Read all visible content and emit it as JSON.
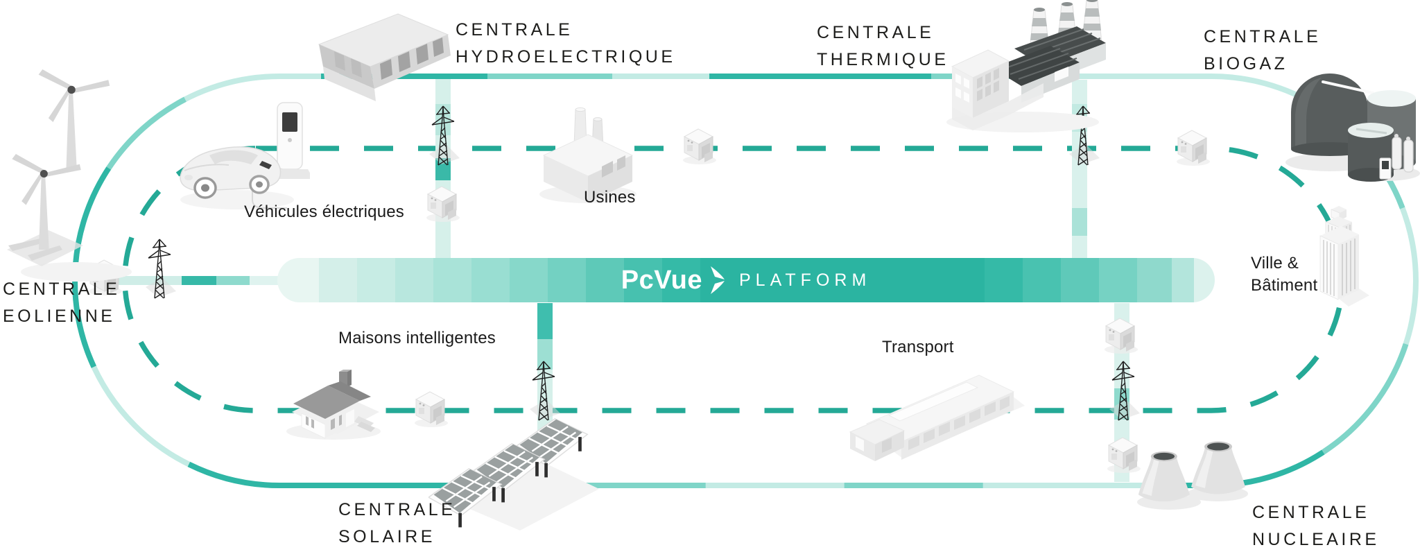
{
  "banner": {
    "brand": "PcVue",
    "label": "PLATFORM"
  },
  "colors": {
    "teal_solid": "#2bb4a1",
    "loop_strong": "#2fb6a5",
    "loop_medium": "#7fd5c8",
    "loop_light": "#c3ebe4",
    "dash": "#24a996",
    "label_dark": "#1d1d1b"
  },
  "stations": {
    "eolienne": {
      "line1": "CENTRALE",
      "line2": "EOLIENNE"
    },
    "hydro": {
      "line1": "CENTRALE",
      "line2": "HYDROELECTRIQUE"
    },
    "thermique": {
      "line1": "CENTRALE",
      "line2": "THERMIQUE"
    },
    "biogaz": {
      "line1": "CENTRALE",
      "line2": "BIOGAZ"
    },
    "solaire": {
      "line1": "CENTRALE",
      "line2": "SOLAIRE"
    },
    "nucleaire": {
      "line1": "CENTRALE",
      "line2": "NUCLEAIRE"
    }
  },
  "consumers": {
    "vehicules": {
      "label": "Véhicules électriques"
    },
    "usines": {
      "label": "Usines"
    },
    "maisons": {
      "label": "Maisons intelligentes"
    },
    "transport": {
      "label": "Transport"
    },
    "ville": {
      "line1": "Ville &",
      "line2": "Bâtiment"
    }
  }
}
